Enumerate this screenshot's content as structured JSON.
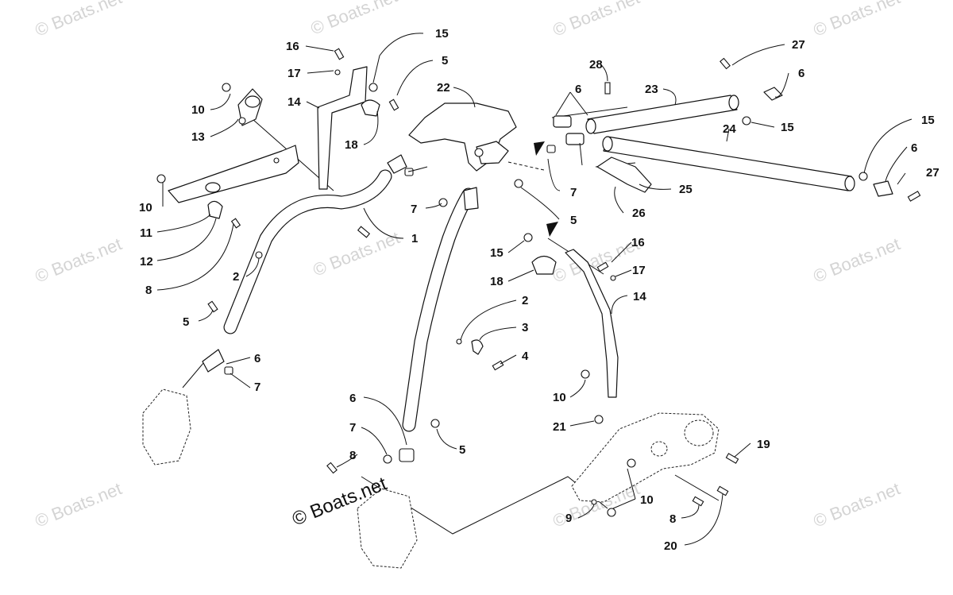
{
  "watermark": {
    "text": "© Boats.net",
    "color": "#d4d4d4"
  },
  "copyright": "© Boats.net",
  "callouts": [
    "15",
    "16",
    "5",
    "17",
    "27",
    "28",
    "6",
    "10",
    "14",
    "22",
    "23",
    "13",
    "18",
    "15",
    "24",
    "15",
    "6",
    "27",
    "25",
    "6",
    "7",
    "10",
    "7",
    "5",
    "26",
    "11",
    "12",
    "1",
    "16",
    "15",
    "17",
    "18",
    "2",
    "8",
    "14",
    "5",
    "2",
    "3",
    "4",
    "6",
    "7",
    "10",
    "6",
    "21",
    "7",
    "19",
    "8",
    "10",
    "9",
    "8",
    "20"
  ]
}
